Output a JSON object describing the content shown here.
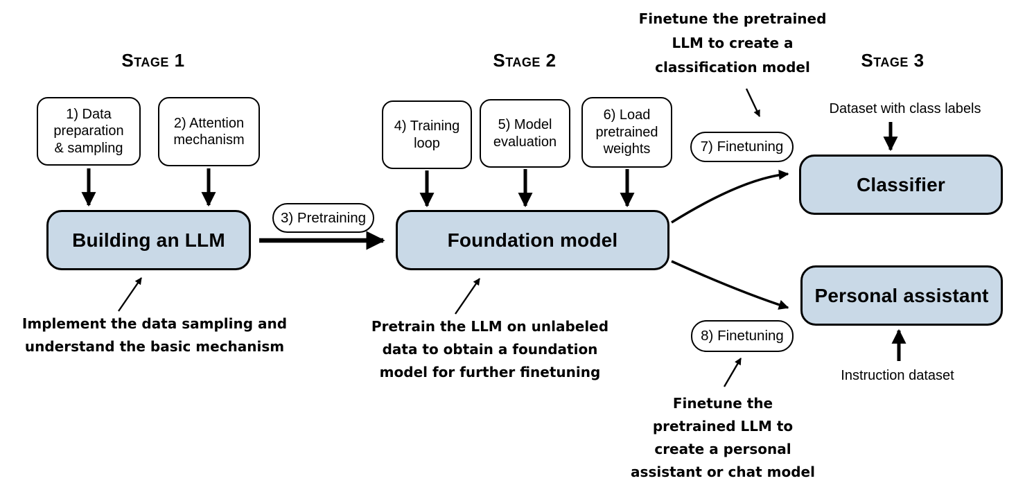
{
  "palette": {
    "accent_fill": "#c9d9e7",
    "box_border": "#000000",
    "background": "#ffffff"
  },
  "stage1": {
    "title": "Stage 1",
    "step_boxes": [
      {
        "label": "1) Data\npreparation\n& sampling"
      },
      {
        "label": "2) Attention\nmechanism"
      }
    ],
    "main_box": {
      "label": "Building an LLM"
    },
    "annotation": "Implement the data sampling and\nunderstand the basic mechanism"
  },
  "transition": {
    "pill": "3) Pretraining"
  },
  "stage2": {
    "title": "Stage 2",
    "step_boxes": [
      {
        "label": "4) Training\nloop"
      },
      {
        "label": "5) Model\nevaluation"
      },
      {
        "label": "6) Load\npretrained\nweights"
      }
    ],
    "main_box": {
      "label": "Foundation model"
    },
    "annotation": "Pretrain the LLM on unlabeled\ndata to obtain a foundation\nmodel for further finetuning"
  },
  "stage3": {
    "title": "Stage 3",
    "classifier_path": {
      "annotation": "Finetune the pretrained\nLLM to create a\nclassification model",
      "pill": "7) Finetuning",
      "input_label": "Dataset with class labels",
      "output_box": {
        "label": "Classifier"
      }
    },
    "assistant_path": {
      "pill": "8) Finetuning",
      "input_label": "Instruction dataset",
      "output_box": {
        "label": "Personal assistant"
      },
      "annotation": "Finetune the\npretrained LLM to\ncreate a personal\nassistant or chat model"
    }
  }
}
